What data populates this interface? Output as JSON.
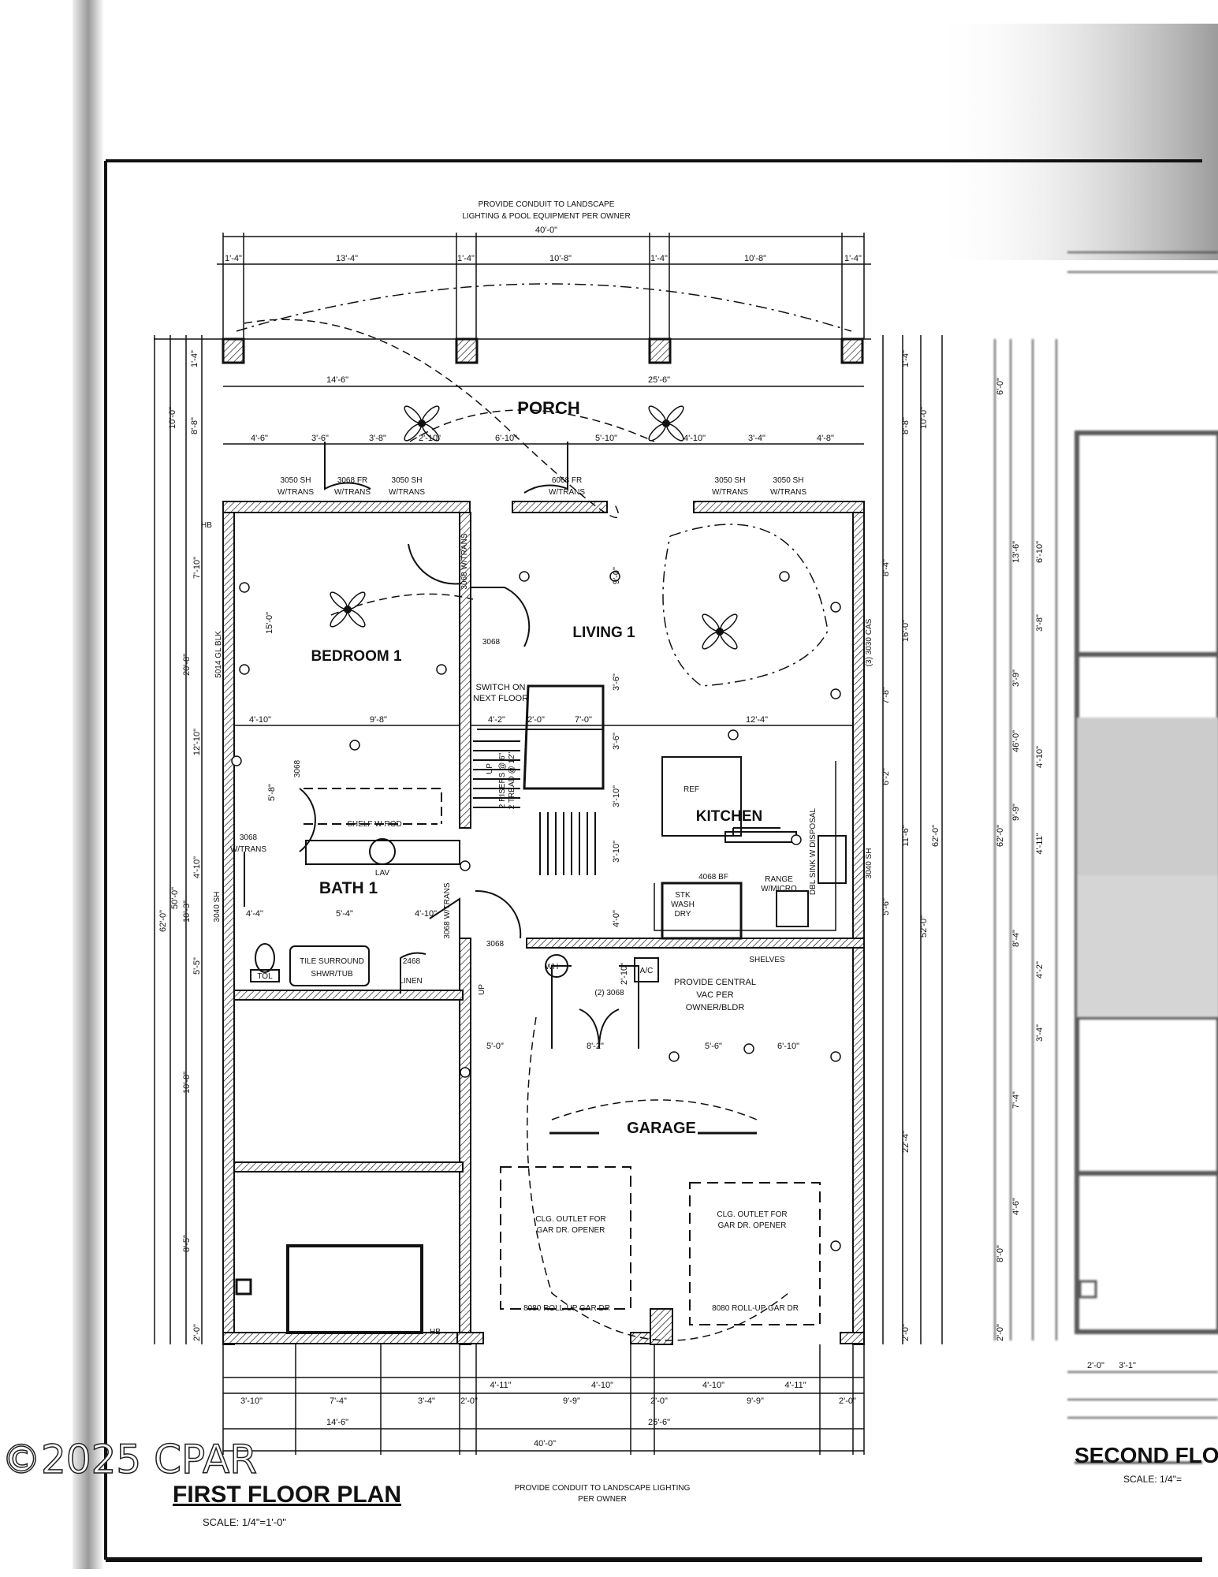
{
  "drawing": {
    "title": "FIRST FLOOR PLAN",
    "scale": "SCALE: 1/4\"=1'-0\"",
    "second_title": "SECOND FLO",
    "second_scale": "SCALE: 1/4\"=",
    "watermark": "©2025 CPAR",
    "colors": {
      "ink": "#111111",
      "paper": "#ffffff",
      "scan_shadow": "#9a9a9a"
    },
    "notes": {
      "top_1": "PROVIDE CONDUIT TO LANDSCAPE",
      "top_2": "LIGHTING & POOL EQUIPMENT PER OWNER",
      "bottom_1": "PROVIDE CONDUIT TO LANDSCAPE LIGHTING",
      "bottom_2": "PER OWNER",
      "switch_1": "SWITCH ON",
      "switch_2": "NEXT FLOOR",
      "vac_1": "PROVIDE CENTRAL",
      "vac_2": "VAC PER",
      "vac_3": "OWNER/BLDR",
      "opener_a1": "CLG. OUTLET FOR",
      "opener_a2": "GAR DR. OPENER",
      "opener_b1": "CLG. OUTLET FOR",
      "opener_b2": "GAR DR. OPENER"
    },
    "rooms": {
      "porch": "PORCH",
      "bedroom": "BEDROOM 1",
      "living": "LIVING 1",
      "kitchen": "KITCHEN",
      "bath": "BATH 1",
      "garage": "GARAGE"
    },
    "labels": {
      "w1a": "3050 SH",
      "w1b": "W/TRANS",
      "d1a": "3068 FR",
      "d1b": "W/TRANS",
      "w2a": "3050 SH",
      "w2b": "W/TRANS",
      "d2a": "6068 FR",
      "d2b": "W/TRANS",
      "w3a": "3050 SH",
      "w3b": "W/TRANS",
      "w4a": "3050 SH",
      "w4b": "W/TRANS",
      "door_living": "3068",
      "door_bed": "3068 W/TRANS",
      "closet_door": "3068",
      "bath_door_a": "3068",
      "bath_door_b": "W/TRANS",
      "hall_door": "3068 W/TRANS",
      "garage_door": "3068",
      "shelf": "SHELF W ROD",
      "lav": "LAV",
      "tub_1": "TILE SURROUND",
      "tub_2": "SHWR/TUB",
      "tol": "TOL",
      "linen_door": "2468",
      "linen": "LINEN",
      "ref": "REF",
      "sink": "DBL SINK W DISPOSAL",
      "range_1": "RANGE",
      "range_2": "W/MICRO",
      "laundry_door": "4068 BF",
      "laundry_1": "STK",
      "laundry_2": "WASH",
      "laundry_3": "DRY",
      "wh": "WH",
      "ac": "A/C",
      "double_door": "(2) 3068",
      "shelves": "SHELVES",
      "stair_up_1": "UP",
      "stair_risers": "2 RISERS @ 6\"",
      "stair_tread": "2 TREAD @ 12\"",
      "stair_up_2": "UP",
      "garage_door_a": "8080 ROLL-UP GAR DR",
      "garage_door_b": "8080 ROLL-UP GAR DR",
      "hb_1": "HB",
      "hb_2": "HB",
      "wall_blk": "5014 GL BLK",
      "win_side_l": "3040 SH",
      "win_side_r1": "(3) 3030 CAS",
      "win_side_r2": "3040 SH"
    },
    "dimensions": {
      "top_total": "40'-0\"",
      "top_s1": "1'-4\"",
      "top_s2": "13'-4\"",
      "top_s3": "1'-4\"",
      "top_s4": "10'-8\"",
      "top_s5": "1'-4\"",
      "top_s6": "10'-8\"",
      "top_s7": "1'-4\"",
      "porch_l": "14'-6\"",
      "porch_r": "25'-6\"",
      "row_1": "4'-6\"",
      "row_2": "3'-6\"",
      "row_3": "3'-8\"",
      "row_4": "2'-10\"",
      "row_5": "6'-10\"",
      "row_6": "5'-10\"",
      "row_7": "4'-10\"",
      "row_8": "3'-4\"",
      "row_9": "4'-8\"",
      "bed_w1": "4'-10\"",
      "bed_w2": "9'-8\"",
      "hall_1": "4'-2\"",
      "hall_2": "2'-0\"",
      "hall_3": "7'-0\"",
      "liv_w": "12'-4\"",
      "bath_1": "4'-4\"",
      "bath_2": "5'-4\"",
      "bath_3": "4'-10\"",
      "gar_1": "5'-0\"",
      "gar_2": "8'-2\"",
      "gar_3": "5'-6\"",
      "gar_4": "6'-10\"",
      "bed_h": "15'-0\"",
      "liv_h1": "9'-0\"",
      "liv_h2": "3'-6\"",
      "liv_h3": "3'-6\"",
      "kit_h1": "3'-10\"",
      "kit_h2": "3'-10\"",
      "kit_h3": "4'-0\"",
      "closet_h": "5'-8\"",
      "ac_h": "2'-10\"",
      "bot_a1": "4'-11\"",
      "bot_a2": "4'-10\"",
      "bot_a3": "4'-10\"",
      "bot_a4": "4'-11\"",
      "bot_b1": "3'-10\"",
      "bot_b2": "7'-4\"",
      "bot_b3": "3'-4\"",
      "bot_b4": "2'-0\"",
      "bot_b5": "9'-9\"",
      "bot_b6": "2'-0\"",
      "bot_b7": "9'-9\"",
      "bot_b8": "2'-0\"",
      "bot_c1": "14'-6\"",
      "bot_c2": "25'-6\"",
      "bot_total": "40'-0\"",
      "left_total": "62'-0\"",
      "left_50": "50'-0\"",
      "left_10": "10'-0\"",
      "left_88": "8'-8\"",
      "left_14": "1'-4\"",
      "left_710": "7'-10\"",
      "left_208": "20'-8\"",
      "left_1210": "12'-10\"",
      "left_410": "4'-10\"",
      "left_103": "10'-3\"",
      "left_55": "5'-5\"",
      "left_108": "10'-8\"",
      "left_85": "8'-5\"",
      "left_20": "2'-0\"",
      "right_total": "62'-0\"",
      "right_52": "52'-0\"",
      "right_10": "10'-0\"",
      "right_88": "8'-8\"",
      "right_14": "1'-4\"",
      "right_84": "8'-4\"",
      "right_16": "16'-0\"",
      "right_78": "7'-8\"",
      "right_62": "6'-2\"",
      "right_116": "11'-6\"",
      "right_56": "5'-6\"",
      "right_224": "22'-4\"",
      "right_20": "2'-0\"",
      "sf_1": "2'-0\"",
      "sf_2": "3'-1\"",
      "sf_62": "62'-0\"",
      "sf_46": "46'-0\"",
      "sf_6": "6'-0\"",
      "sf_136": "13'-6\"",
      "sf_610": "6'-10\"",
      "sf_38": "3'-8\"",
      "sf_39": "3'-9\"",
      "sf_410": "4'-10\"",
      "sf_99": "9'-9\"",
      "sf_411": "4'-11\"",
      "sf_84": "8'-4\"",
      "sf_42": "4'-2\"",
      "sf_34": "3'-4\"",
      "sf_74": "7'-4\"",
      "sf_46b": "4'-6\"",
      "sf_80": "8'-0\"",
      "sf_20": "2'-0\""
    }
  }
}
